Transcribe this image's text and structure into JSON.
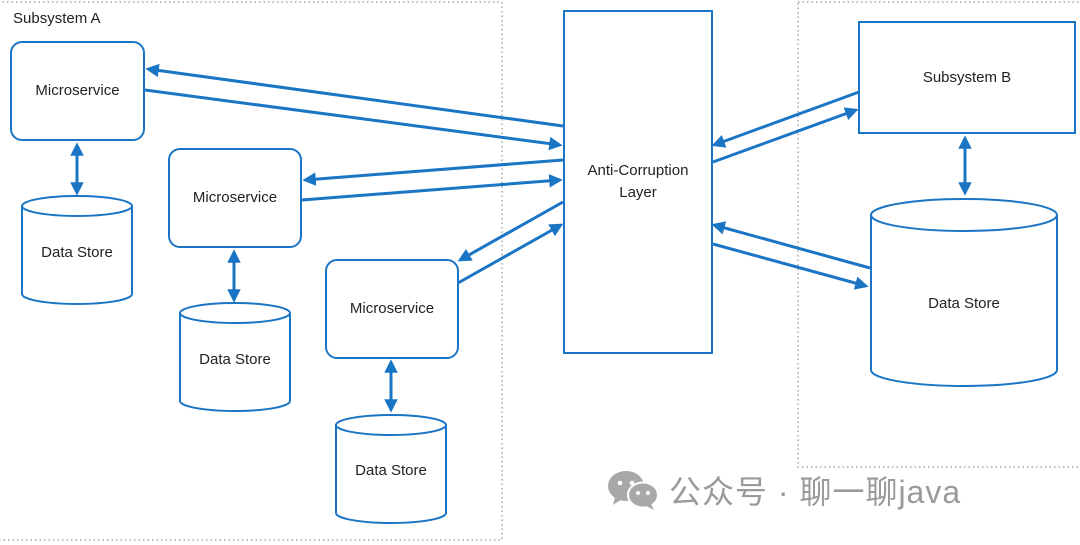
{
  "subsystem_a": {
    "label": "Subsystem A",
    "microservice_1": "Microservice",
    "microservice_2": "Microservice",
    "microservice_3": "Microservice",
    "data_store_1": "Data Store",
    "data_store_2": "Data Store",
    "data_store_3": "Data Store"
  },
  "acl": {
    "line1": "Anti-Corruption",
    "line2": "Layer"
  },
  "subsystem_b": {
    "label": "Subsystem B",
    "data_store": "Data Store"
  },
  "watermark": {
    "text": "公众号 · 聊一聊java",
    "icon": "wechat-icon"
  },
  "colors": {
    "accent": "#1b75c5",
    "border_dotted": "#777777"
  }
}
